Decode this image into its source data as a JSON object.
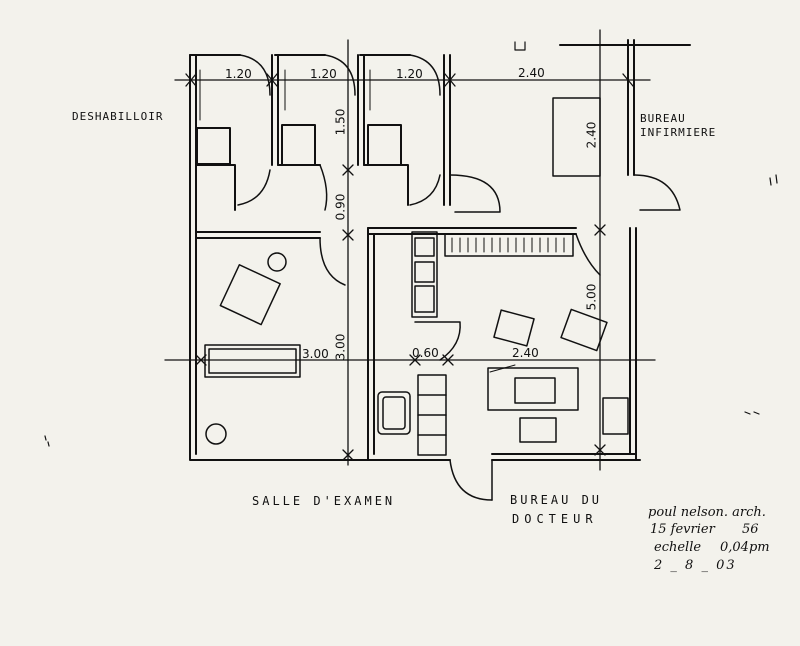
{
  "rooms": {
    "deshabilloir": "DESHABILLOIR",
    "bureau_infirmiere_1": "BUREAU",
    "bureau_infirmiere_2": "INFIRMIERE",
    "salle_examen": "SALLE D'EXAMEN",
    "bureau_docteur_1": "BUREAU DU",
    "bureau_docteur_2": "DOCTEUR"
  },
  "dimensions": {
    "d1": "1.20",
    "d2": "1.20",
    "d3": "1.20",
    "d4": "2.40",
    "d5": "1.50",
    "d6": "2.40",
    "d7": "0.90",
    "d8": "5.00",
    "d9": "3.00",
    "d10": "3.00",
    "d11": "0.60",
    "d12": "2.40"
  },
  "annotation": {
    "line1": "poul nelson. arch.",
    "line2": "15 fevrier",
    "line2b": "56",
    "line3": "echelle",
    "line3b": "0,04pm",
    "line4": "2 _ 8 _ 03"
  },
  "colors": {
    "ink": "#111111",
    "paper": "#f3f2ec"
  }
}
